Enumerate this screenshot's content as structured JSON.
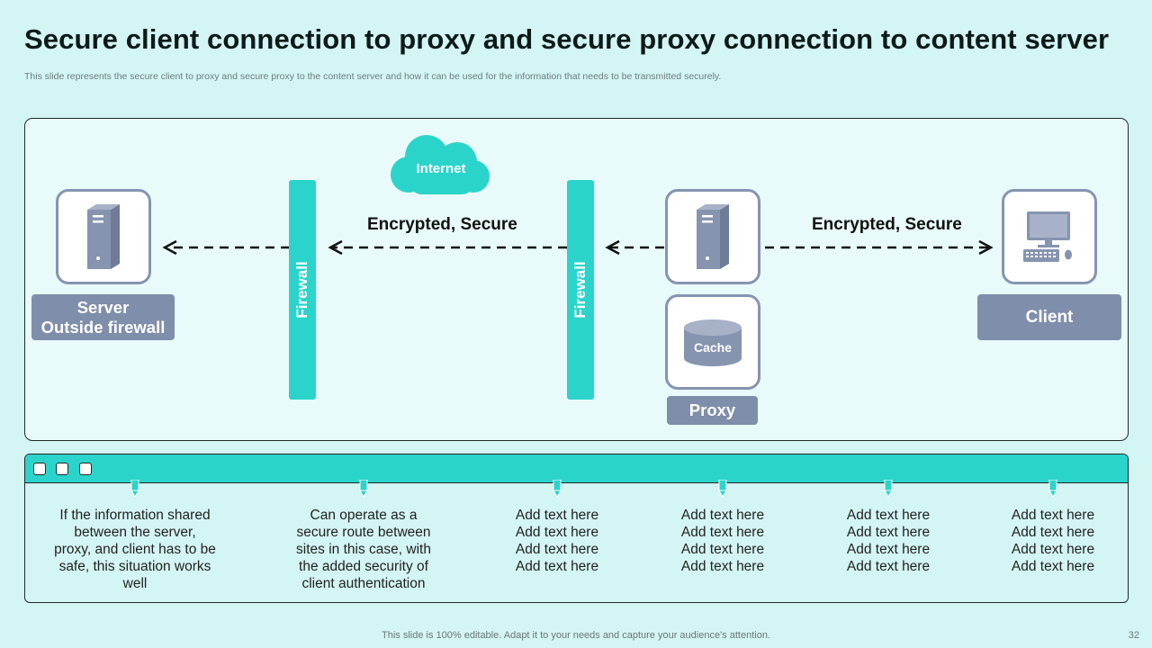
{
  "title": "Secure client connection to proxy and secure proxy connection to content server",
  "subtitle": "This slide represents the secure client to proxy  and secure proxy to the content server and how it can be used for the information that needs to be transmitted securely.",
  "diagram": {
    "internet_label": "Internet",
    "firewall_left_label": "Firewall",
    "firewall_right_label": "Firewall",
    "arrow_label_left": "Encrypted, Secure",
    "arrow_label_right": "Encrypted, Secure",
    "server_label": "Server\nOutside firewall",
    "cache_label": "Cache",
    "proxy_label": "Proxy",
    "client_label": "Client",
    "icons": [
      "server-icon",
      "proxy-server-icon",
      "cache-database-icon",
      "computer-icon",
      "cloud-icon"
    ]
  },
  "info_columns": [
    {
      "text": "If the information shared between the server, proxy, and client has to be safe, this situation works well"
    },
    {
      "text": "Can operate as a secure route between sites in this case, with the added security of client authentication"
    },
    {
      "text": "Add text here\nAdd text here\nAdd text here\nAdd text here"
    },
    {
      "text": "Add text here\nAdd text here\nAdd text here\nAdd text here"
    },
    {
      "text": "Add text here\nAdd text here\nAdd text here\nAdd text here"
    },
    {
      "text": "Add text here\nAdd text here\nAdd text here\nAdd text here"
    }
  ],
  "footer": "This slide is 100% editable. Adapt it to your needs and capture your audience's attention.",
  "page_number": "32",
  "colors": {
    "background": "#d3f5f4",
    "accent_teal": "#2bd4cb",
    "label_slate": "#7f8eaa",
    "icon_slate": "#8794b0"
  }
}
